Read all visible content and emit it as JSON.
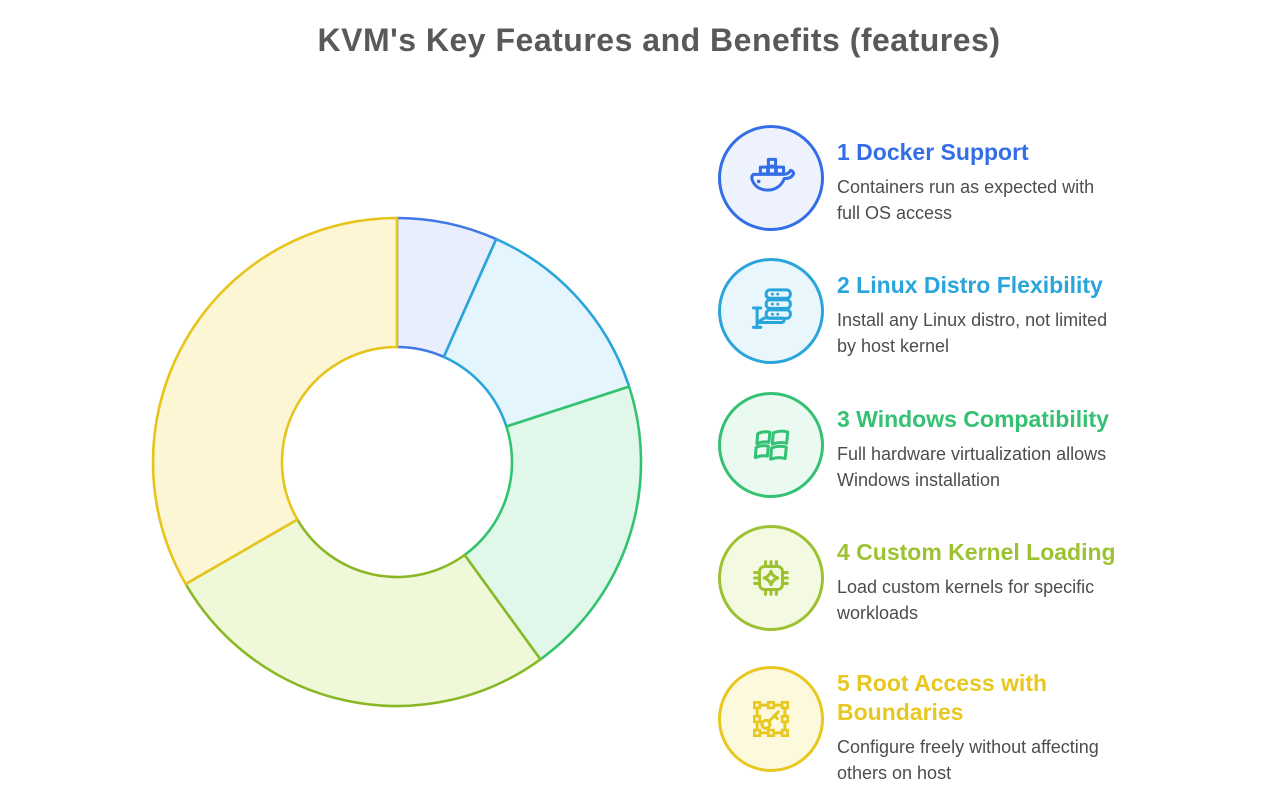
{
  "header": {
    "title": "KVM's Key Features and Benefits (features)",
    "color": "#58595b"
  },
  "chart_data": {
    "type": "pie",
    "subtype": "donut",
    "title": "KVM's Key Features and Benefits (features)",
    "categories": [
      "Docker Support",
      "Linux Distro Flexibility",
      "Windows Compatibility",
      "Custom Kernel Loading",
      "Root Access with Boundaries"
    ],
    "values": [
      1,
      2,
      3,
      4,
      5
    ],
    "start_angle_deg": -90,
    "direction": "clockwise",
    "inner_radius_ratio": 0.472,
    "slice_fills": [
      "#e8eefb",
      "#e4f5fd",
      "#e1f7ea",
      "#eff9da",
      "#fcf6d5"
    ],
    "slice_strokes": [
      "#4078e6",
      "#29a5dc",
      "#31c46e",
      "#8ab824",
      "#e6c41c"
    ],
    "legend_position": "right",
    "data_labels": false
  },
  "features": {
    "items": [
      {
        "number": "1",
        "title": "1 Docker Support",
        "description": "Containers run as expected with\nfull OS access",
        "color": "#336ee6",
        "circle_bg": "#edf2fc",
        "icon": "docker-whale-icon"
      },
      {
        "number": "2",
        "title": "2 Linux Distro Flexibility",
        "description": "Install any Linux distro, not limited\nby host kernel",
        "color": "#29a5dc",
        "circle_bg": "#e9f7fd",
        "icon": "server-stack-hand-icon"
      },
      {
        "number": "3",
        "title": "3 Windows Compatibility",
        "description": "Full hardware virtualization allows\nWindows installation",
        "color": "#34c173",
        "circle_bg": "#eafaf1",
        "icon": "windows-logo-icon"
      },
      {
        "number": "4",
        "title": "4 Custom Kernel Loading",
        "description": "Load custom kernels for specific\nworkloads",
        "color": "#9cc232",
        "circle_bg": "#f4fae2",
        "icon": "cpu-chip-icon"
      },
      {
        "number": "5",
        "title": "5 Root Access with\nBoundaries",
        "description": "Configure freely without affecting\nothers on host",
        "color": "#e8c820",
        "circle_bg": "#fdf9dc",
        "icon": "key-frame-icon"
      }
    ]
  }
}
